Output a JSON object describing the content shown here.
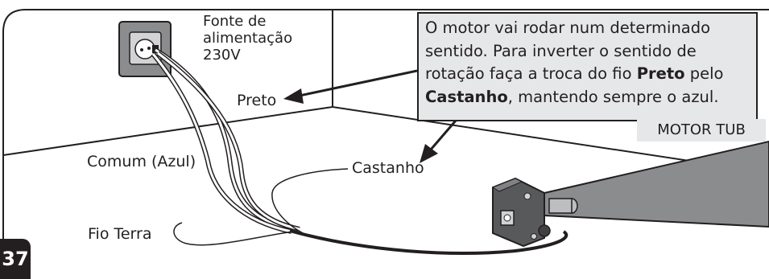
{
  "labels": {
    "power_source_lines": [
      "Fonte de",
      "alimentação",
      "230V"
    ],
    "black_wire": "Preto",
    "common_wire": "Comum (Azul)",
    "brown_wire": "Castanho",
    "ground_wire": "Fio Terra"
  },
  "note": {
    "text_1": "O motor vai rodar num determinado sentido. Para inverter o sentido de rotação faça a troca do fio ",
    "bold_1": "Preto",
    "text_2": " pelo ",
    "bold_2": "Castanho",
    "text_3": ", mantendo sempre o azul."
  },
  "motor_tag": "MOTOR TUB",
  "page_number": "37",
  "colors": {
    "ink": "#231f20",
    "note_background": "#e6e7e8",
    "tube": "#8a8c8e",
    "motor_body": "#58595b",
    "outlet_plate": "#8a8c8e"
  }
}
